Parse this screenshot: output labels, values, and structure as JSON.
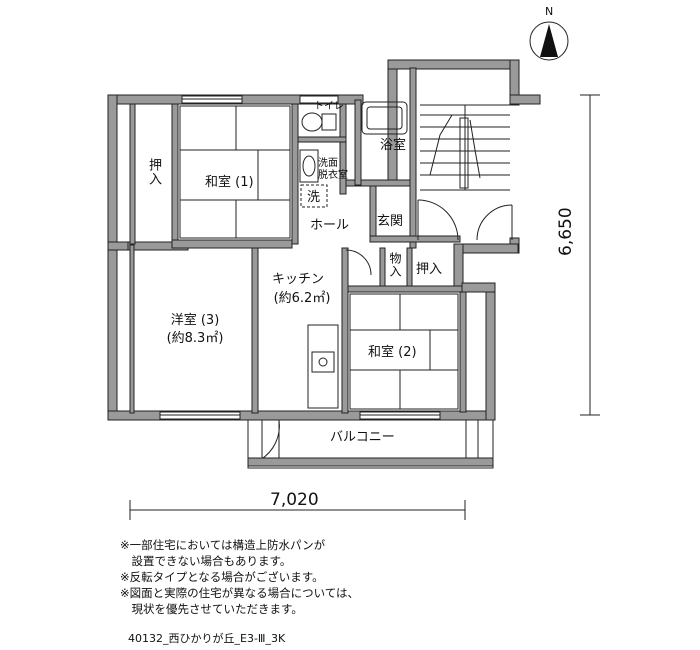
{
  "compass": {
    "label": "N"
  },
  "rooms": {
    "oshiire_left": "押入",
    "washitsu1": "和室 (1)",
    "toilet": "トイレ",
    "bath": "浴室",
    "senmen": "洗面\n脱衣室",
    "washer": "洗",
    "hall": "ホール",
    "genkan": "玄関",
    "kitchen_name": "キッチン",
    "kitchen_size": "(約6.2㎡)",
    "youshitsu_name": "洋室 (3)",
    "youshitsu_size": "(約8.3㎡)",
    "monoire": "物入",
    "oshiire_right": "押入",
    "washitsu2": "和室 (2)",
    "balcony": "バルコニー"
  },
  "dimensions": {
    "width": "7,020",
    "depth": "6,650"
  },
  "notes": [
    "※一部住宅においては構造上防水パンが",
    "　設置できない場合もあります。",
    "※反転タイプとなる場合がございます。",
    "※図面と実際の住宅が異なる場合については、",
    "　現状を優先させていただきます。"
  ],
  "plan_code": "40132_西ひかりが丘_E3-Ⅲ_3K"
}
